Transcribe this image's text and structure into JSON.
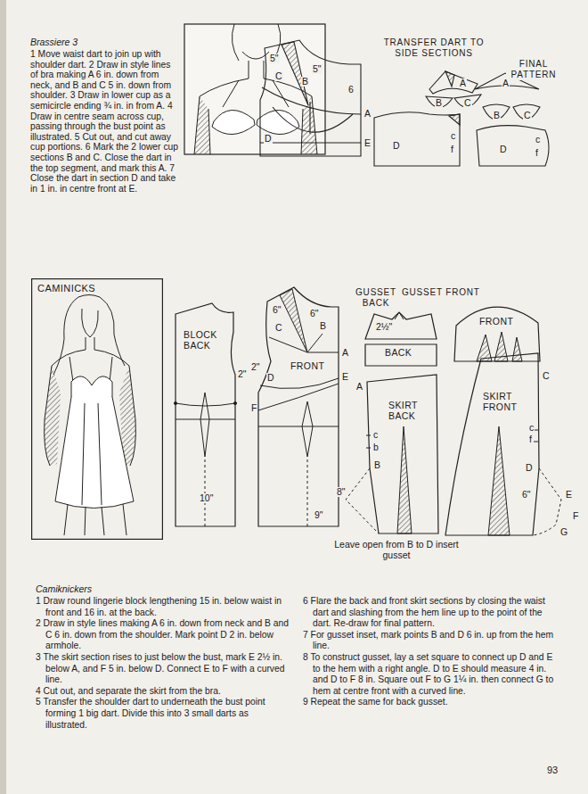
{
  "diagram": {
    "nodes": [
      {
        "text": [
          "CAMINICKS"
        ]
      },
      {
        "text": [
          "BLOCK BACK"
        ]
      },
      {
        "text": [
          "FRONT"
        ]
      },
      {
        "text": [
          "BACK"
        ]
      },
      {
        "text": [
          "FRONT"
        ]
      },
      {
        "text": [
          "SKIRT BACK"
        ]
      },
      {
        "text": [
          "SKIRT FRONT"
        ]
      }
    ],
    "labels": [
      "Brassiere 3",
      "1 Move waist dart to join up with shoulder dart. 2 Draw in style lines of bra making A 6 in. down from neck, and B and C 5 in. down from shoulder. 3 Draw in lower cup as a semicircle ending ¾ in. in from A. 4 Draw in centre seam across cup, passing through the bust point as illustrated. 5 Cut out, and cut away cup portions. 6 Mark the 2 lower cup sections B and C. Close the dart in the top segment, and mark this A. 7 Close the dart in section D and take in 1 in. in centre front at E.",
      "5\"",
      "C",
      "5\"",
      "B",
      "6",
      "A",
      "E",
      "D",
      "TRANSFER DART TO SIDE SECTIONS",
      "FINAL PATTERN",
      "A",
      "B",
      "C",
      "D",
      "c",
      "f",
      "A",
      "B",
      "C",
      "D",
      "c",
      "f",
      "2\"",
      "10\"",
      "6\"",
      "6\"",
      "C",
      "B",
      "A",
      "2\"",
      "D",
      "E",
      "F",
      "9\"",
      "GUSSET BACK",
      "GUSSET FRONT",
      "2½\"",
      "A",
      "c",
      "b",
      "B",
      "8\"",
      "C",
      "c",
      "f",
      "D",
      "6\"",
      "E",
      "F",
      "G",
      "Leave open from B to D insert gusset",
      "Camiknickers",
      "1 Draw round lingerie block lengthening 15 in. below waist in front and 16 in. at the back.",
      "2 Draw in style lines making A 6 in. down from neck and B and C 6 in. down from the shoulder. Mark point D 2 in. below armhole.",
      "3 The skirt section rises to just below the bust, mark E 2½ in. below A, and F 5 in. below D. Connect E to F with a curved line.",
      "4 Cut out, and separate the skirt from the bra.",
      "5 Transfer the shoulder dart to underneath the bust point forming 1 big dart. Divide this into 3 small darts as illustrated.",
      "6 Flare the back and front skirt sections by closing the waist dart and slashing from the hem line up to the point of the dart. Re-draw for final pattern.",
      "7 For gusset inset, mark points B and D 6 in. up from the hem line.",
      "8 To construct gusset, lay a set square to connect up D and E to the hem with a right angle. D to E should measure 4 in. and D to F 8 in. Square out F to G 1¼ in. then connect G to hem at centre front with a curved line.",
      "9 Repeat the same for back gusset.",
      "93"
    ]
  }
}
